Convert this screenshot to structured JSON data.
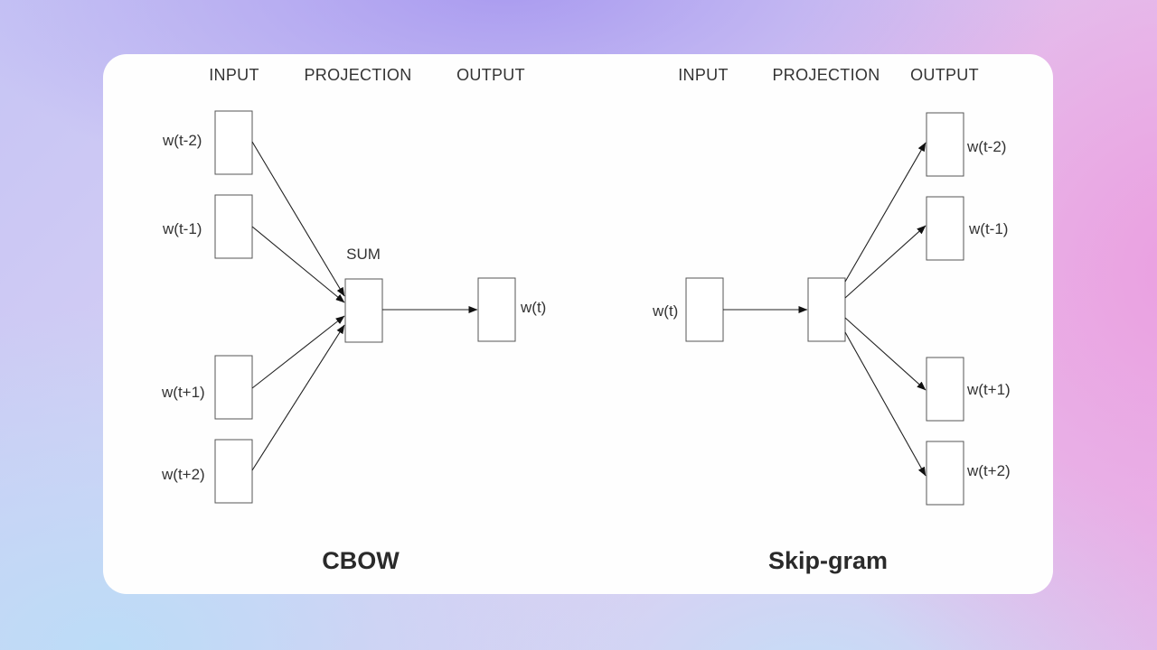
{
  "cbow": {
    "title": "CBOW",
    "headers": {
      "input": "INPUT",
      "projection": "PROJECTION",
      "output": "OUTPUT"
    },
    "sum_label": "SUM",
    "inputs": [
      "w(t-2)",
      "w(t-1)",
      "w(t+1)",
      "w(t+2)"
    ],
    "output": "w(t)"
  },
  "skipgram": {
    "title": "Skip-gram",
    "headers": {
      "input": "INPUT",
      "projection": "PROJECTION",
      "output": "OUTPUT"
    },
    "input": "w(t)",
    "outputs": [
      "w(t-2)",
      "w(t-1)",
      "w(t+1)",
      "w(t+2)"
    ]
  }
}
